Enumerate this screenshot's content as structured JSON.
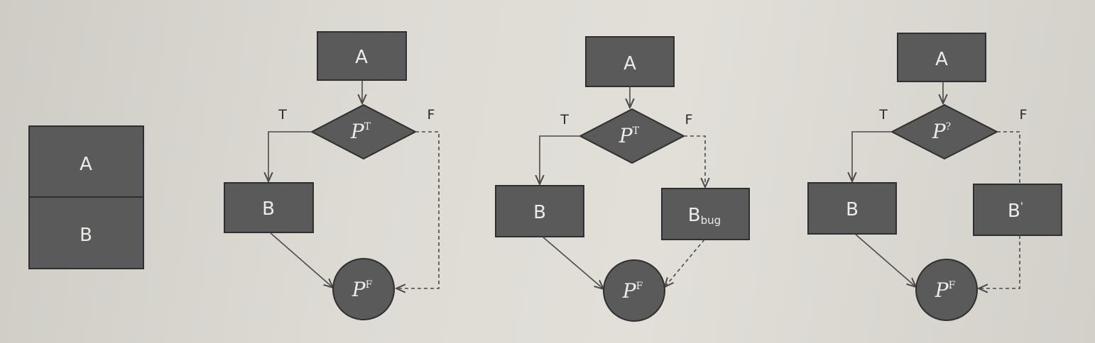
{
  "legend": {
    "top": "A",
    "bottom": "B"
  },
  "diagram1": {
    "a": "A",
    "cond": "P",
    "cond_sup": "T",
    "t": "T",
    "f": "F",
    "b": "B",
    "end": "P",
    "end_sup": "F"
  },
  "diagram2": {
    "a": "A",
    "cond": "P",
    "cond_sup": "T",
    "t": "T",
    "f": "F",
    "b": "B",
    "bug": "B",
    "bug_sub": "bug",
    "end": "P",
    "end_sup": "F"
  },
  "diagram3": {
    "a": "A",
    "cond": "P",
    "cond_sup": "?",
    "t": "T",
    "f": "F",
    "b": "B",
    "b_prime": "B",
    "b_prime_sup": "'",
    "end": "P",
    "end_sup": "F"
  }
}
